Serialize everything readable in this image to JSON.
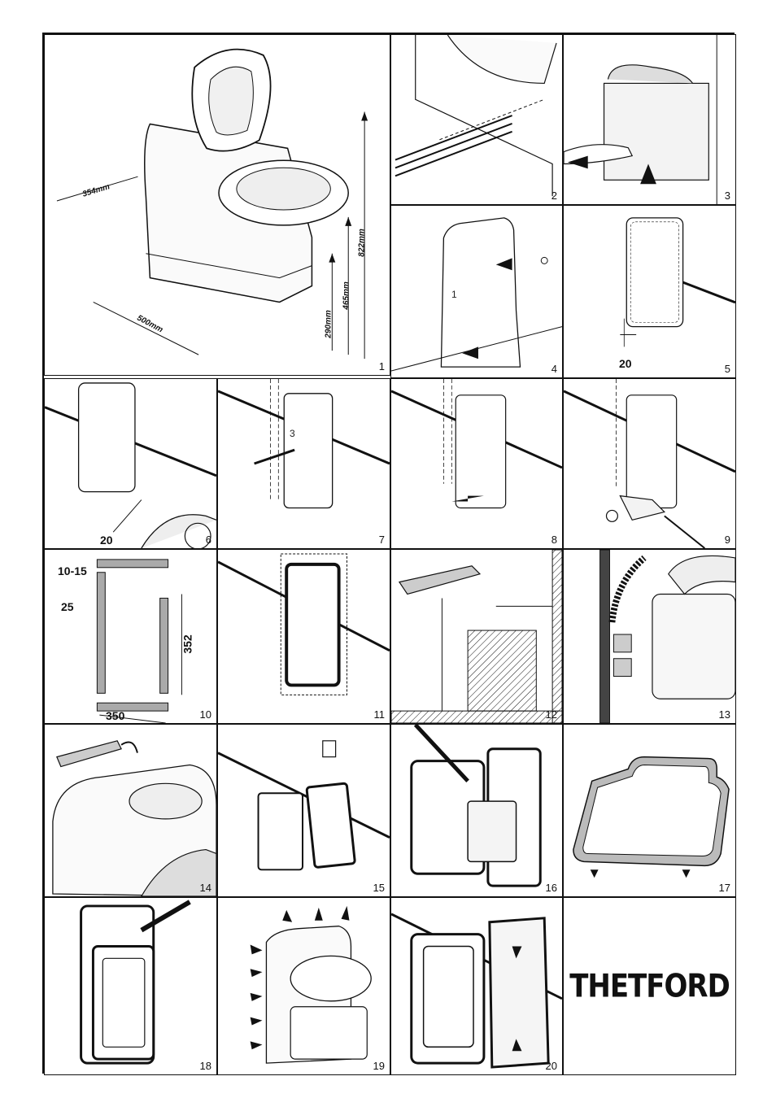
{
  "brand": {
    "logo_text": "THETFORD"
  },
  "panels": [
    {
      "n": "1"
    },
    {
      "n": "2"
    },
    {
      "n": "3"
    },
    {
      "n": "4"
    },
    {
      "n": "5"
    },
    {
      "n": "6"
    },
    {
      "n": "7"
    },
    {
      "n": "8"
    },
    {
      "n": "9"
    },
    {
      "n": "10"
    },
    {
      "n": "11"
    },
    {
      "n": "12"
    },
    {
      "n": "13"
    },
    {
      "n": "14"
    },
    {
      "n": "15"
    },
    {
      "n": "16"
    },
    {
      "n": "17"
    },
    {
      "n": "18"
    },
    {
      "n": "19"
    },
    {
      "n": "20"
    }
  ],
  "dimensions": {
    "p1_width": "354mm",
    "p1_depth": "500mm",
    "p1_h1": "290mm",
    "p1_h2": "465mm",
    "p1_h3": "822mm",
    "p5_offset": "20",
    "p6_offset": "20",
    "p10_gap": "10-15",
    "p10_strip": "25",
    "p10_height": "352",
    "p10_width": "350"
  },
  "markers": {
    "p4_label": "1",
    "p7_label": "3"
  }
}
